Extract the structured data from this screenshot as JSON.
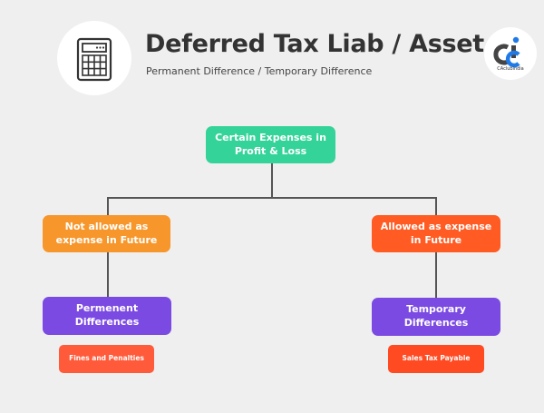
{
  "header": {
    "title": "Deferred Tax Liab / Asset",
    "subtitle": "Permanent Difference / Temporary Difference",
    "icon": "calculator-icon",
    "logo_text": "CAclubindia",
    "logo_icon": "caclubindia-logo"
  },
  "colors": {
    "background": "#efefef",
    "root": "#34d399",
    "not_allowed": "#f7962a",
    "allowed": "#ff5b22",
    "difference": "#7b4ae2",
    "example": "#ff5a3a",
    "line": "#555555",
    "brand_blue": "#1f7ae8"
  },
  "diagram": {
    "root": {
      "label": "Certain Expenses in Profit & Loss"
    },
    "left": {
      "label": "Not allowed as expense in Future",
      "child": "Permenent Differences",
      "example": "Fines and Penalties"
    },
    "right": {
      "label": "Allowed as expense in Future",
      "child": "Temporary Differences",
      "example": "Sales Tax Payable"
    }
  }
}
